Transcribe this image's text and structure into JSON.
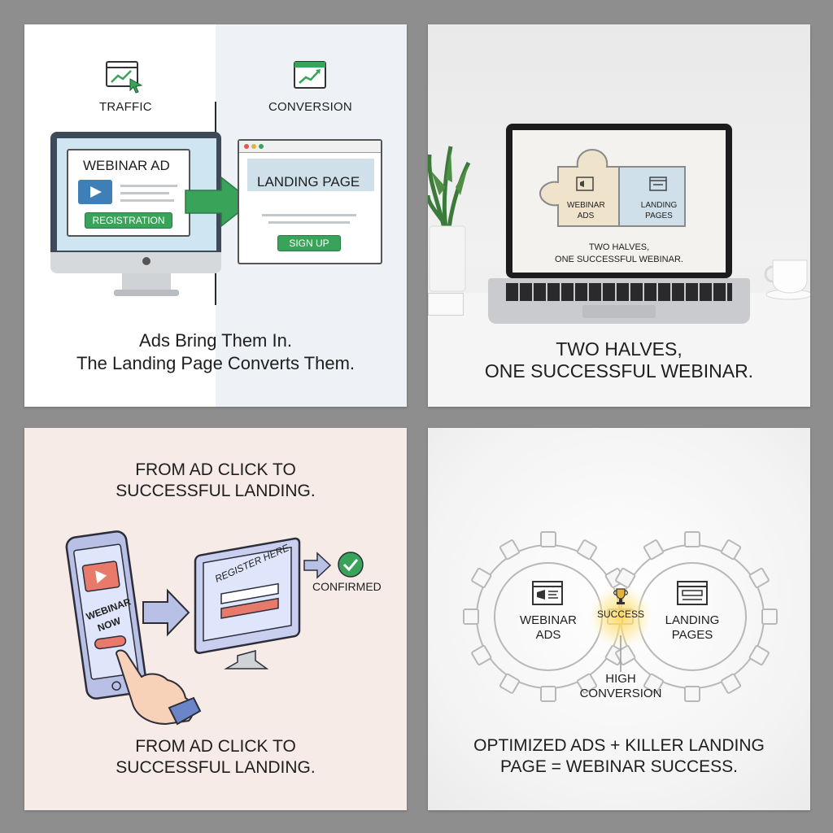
{
  "panel1": {
    "traffic_label": "TRAFFIC",
    "conversion_label": "CONVERSION",
    "ad_title": "WEBINAR AD",
    "ad_button": "REGISTRATION",
    "landing_title": "LANDING PAGE",
    "landing_button": "SIGN UP",
    "caption_line1": "Ads Bring Them In.",
    "caption_line2": "The Landing Page Converts Them.",
    "icons": [
      "browser-chart-cursor-icon",
      "browser-chart-up-icon"
    ],
    "colors": {
      "accent_green": "#3aa35a",
      "screen_blue": "#cfe6f2"
    }
  },
  "panel2": {
    "piece_left": "WEBINAR ADS",
    "piece_right_line1": "LANDING",
    "piece_right_line2": "PAGES",
    "screen_text_line1": "TWO HALVES,",
    "screen_text_line2": "ONE SUCCESSFUL WEBINAR.",
    "caption_line1": "TWO HALVES,",
    "caption_line2": "ONE SUCCESSFUL WEBINAR."
  },
  "panel3": {
    "heading_line1": "FROM AD CLICK TO",
    "heading_line2": "SUCCESSFUL LANDING.",
    "phone_text_line1": "WEBINAR",
    "phone_text_line2": "NOW",
    "monitor_text": "REGISTER HERE",
    "confirmed": "CONFIRMED",
    "caption_line1": "FROM AD CLICK TO",
    "caption_line2": "SUCCESSFUL LANDING."
  },
  "panel4": {
    "left_gear_line1": "WEBINAR",
    "left_gear_line2": "ADS",
    "center": "SUCCESS",
    "right_gear_line1": "LANDING",
    "right_gear_line2": "PAGES",
    "below_line1": "HIGH",
    "below_line2": "CONVERSION",
    "caption_line1": "OPTIMIZED ADS + KILLER LANDING",
    "caption_line2": "PAGE = WEBINAR SUCCESS."
  }
}
